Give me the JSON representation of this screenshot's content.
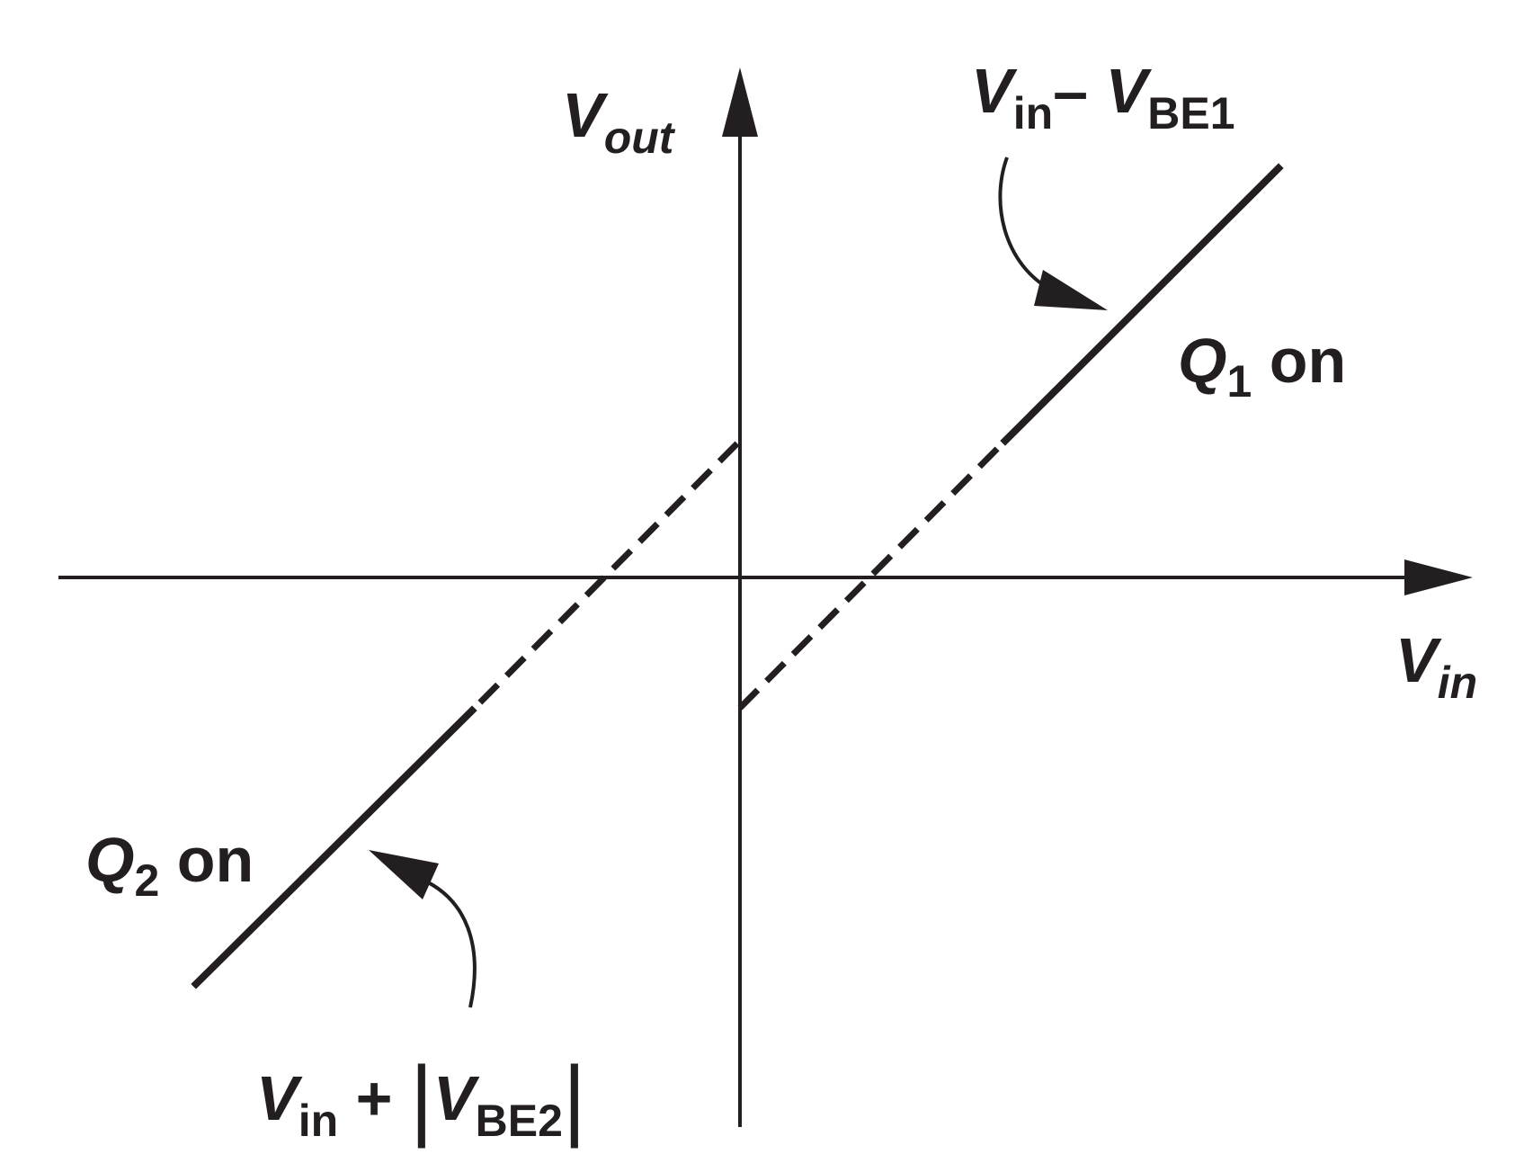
{
  "axes": {
    "y_label_main": "V",
    "y_label_sub": "out",
    "x_label_main": "V",
    "x_label_sub": "in"
  },
  "regions": {
    "q1": {
      "main": "Q",
      "sub": "1",
      "suffix": " on"
    },
    "q2": {
      "main": "Q",
      "sub": "2",
      "suffix": " on"
    }
  },
  "annotations": {
    "upper": {
      "v1": "V",
      "v1_sub": "in",
      "op": "– ",
      "v2": "V",
      "v2_sub": "BE1"
    },
    "lower": {
      "v1": "V",
      "v1_sub": "in",
      "op": " + ",
      "bar_open": "|",
      "v2": "V",
      "v2_sub": "BE2",
      "bar_close": "|"
    }
  }
}
